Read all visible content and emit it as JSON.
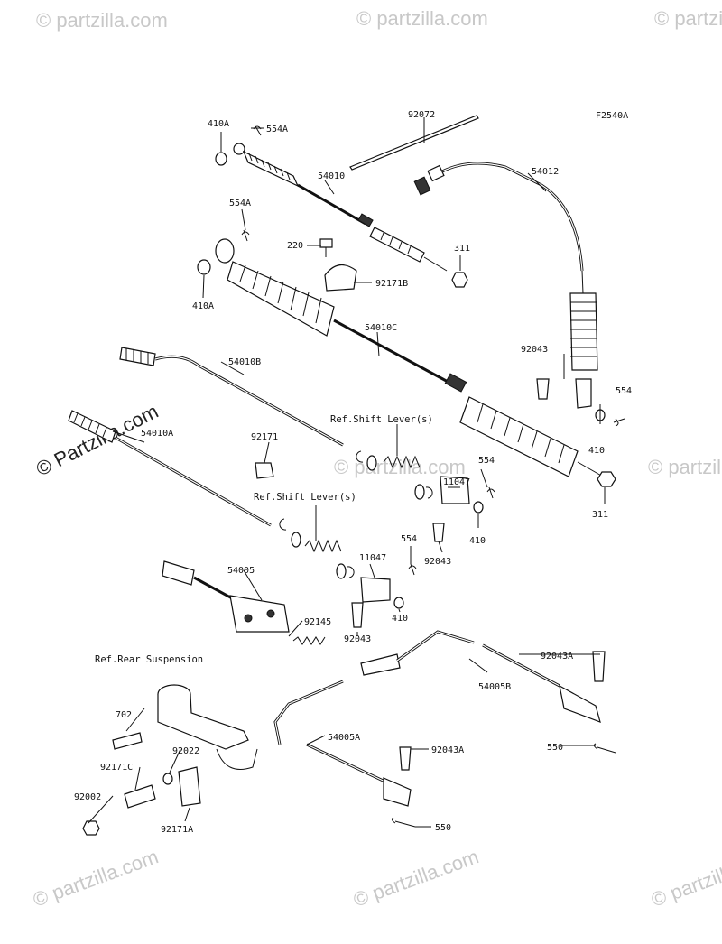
{
  "figure_code": "F2540A",
  "watermark_text": "© Partzilla.com",
  "watermark_tile_text": "© partzilla.com",
  "part_labels": {
    "p410A_top": "410A",
    "p554A_top": "554A",
    "p92072": "92072",
    "p54010": "54010",
    "p54012": "54012",
    "p554A_mid": "554A",
    "p220": "220",
    "p311_top": "311",
    "p92171B": "92171B",
    "p410A_mid": "410A",
    "p54010C": "54010C",
    "p92043_right": "92043",
    "p554_right": "554",
    "p410_right": "410",
    "p54010B": "54010B",
    "p92171": "92171",
    "p54010A": "54010A",
    "p11047_upper": "11047",
    "p554_upper": "554",
    "p410_upper": "410",
    "p311_bottom": "311",
    "p92043_upper": "92043",
    "p54005": "54005",
    "p11047_lower": "11047",
    "p554_lower": "554",
    "p410_lower": "410",
    "p92145": "92145",
    "p92043_lower": "92043",
    "p92043A_top": "92043A",
    "p54005B": "54005B",
    "p702": "702",
    "p92022": "92022",
    "p54005A": "54005A",
    "p92043A_bottom": "92043A",
    "p92171C": "92171C",
    "p550_right": "550",
    "p92002": "92002",
    "p550_bottom": "550",
    "p92171A": "92171A"
  },
  "reference_notes": {
    "shift_lever_upper": "Ref.Shift Lever(s)",
    "shift_lever_lower": "Ref.Shift Lever(s)",
    "rear_suspension": "Ref.Rear Suspension"
  }
}
